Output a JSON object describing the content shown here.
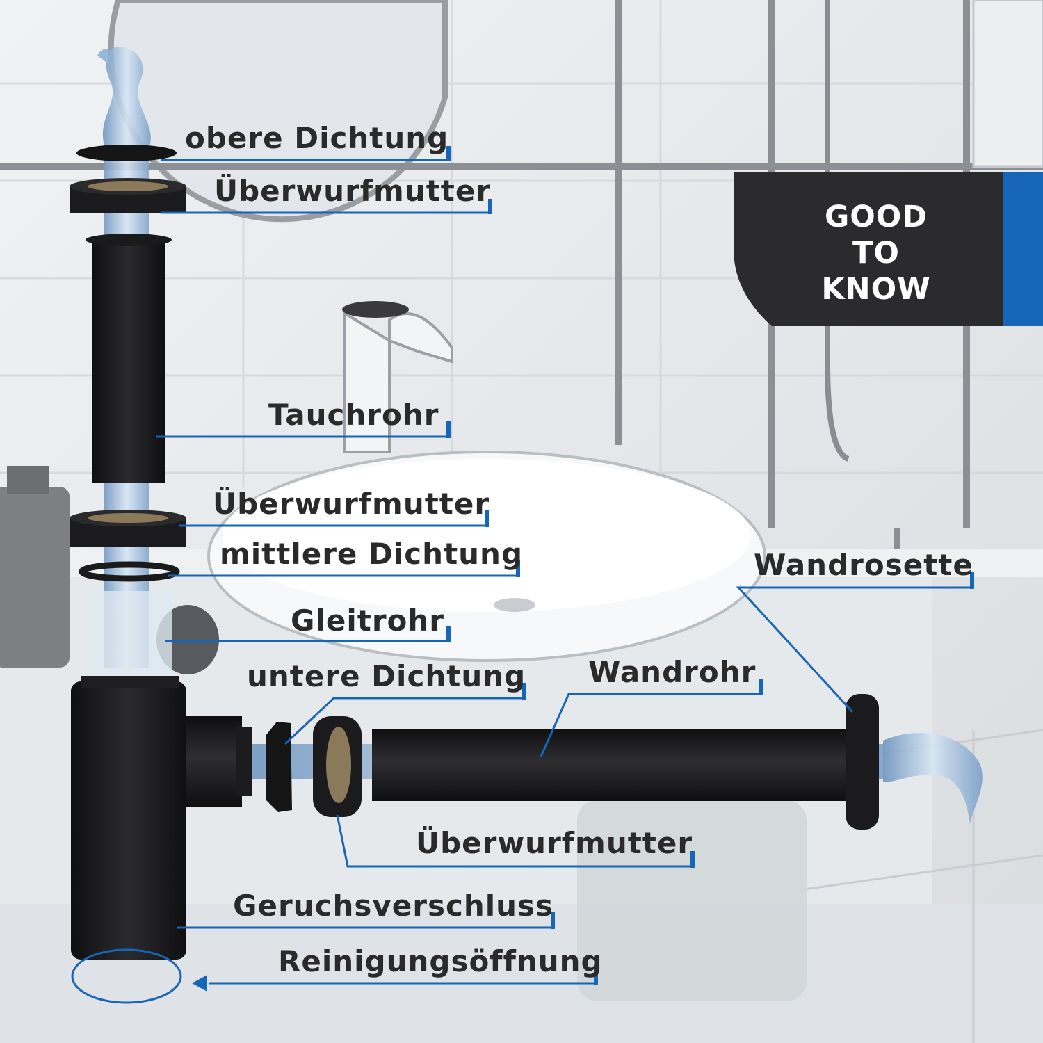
{
  "badge": {
    "lines": [
      "GOOD",
      "TO",
      "KNOW"
    ]
  },
  "labels": {
    "obere_dichtung": "obere Dichtung",
    "ueberwurfmutter_top": "Überwurfmutter",
    "tauchrohr": "Tauchrohr",
    "ueberwurfmutter_mid": "Überwurfmutter",
    "mittlere_dichtung": "mittlere Dichtung",
    "gleitrohr": "Gleitrohr",
    "untere_dichtung": "untere Dichtung",
    "wandrohr": "Wandrohr",
    "wandrosette": "Wandrosette",
    "ueberwurfmutter_bottom": "Überwurfmutter",
    "geruchsverschluss": "Geruchsverschluss",
    "reinigungsoeffnung": "Reinigungsöffnung"
  },
  "colors": {
    "accent_blue": "#1565b8",
    "part_black": "#1b1b1d",
    "badge_dark": "#2b2b2d",
    "water": "#8fb3d6"
  },
  "icons": {
    "badge": "good-to-know-badge",
    "cleaning_opening": "circle-marker",
    "pointer": "arrow-left-icon"
  }
}
